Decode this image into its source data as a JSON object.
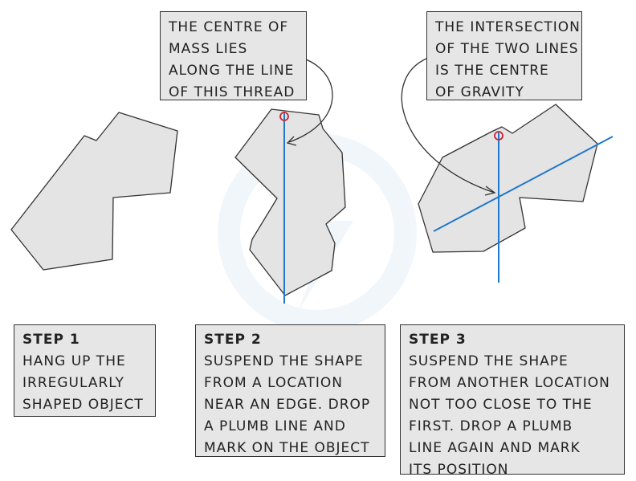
{
  "callouts": {
    "thread": [
      "THE CENTRE OF",
      "MASS LIES",
      "ALONG THE LINE",
      "OF THIS THREAD"
    ],
    "intersection": [
      "THE INTERSECTION",
      "OF THE TWO LINES",
      "IS THE CENTRE",
      "OF GRAVITY"
    ]
  },
  "steps": [
    {
      "title": "STEP 1",
      "lines": [
        "HANG UP THE",
        "IRREGULARLY",
        "SHAPED OBJECT"
      ]
    },
    {
      "title": "STEP 2",
      "lines": [
        "SUSPEND THE SHAPE",
        "FROM A LOCATION",
        "NEAR AN EDGE. DROP",
        "A PLUMB LINE AND",
        "MARK ON THE OBJECT"
      ]
    },
    {
      "title": "STEP 3",
      "lines": [
        "SUSPEND THE SHAPE",
        "FROM ANOTHER LOCATION",
        "NOT TOO CLOSE TO THE",
        "FIRST. DROP A PLUMB",
        "LINE AGAIN AND MARK",
        "ITS POSITION"
      ]
    }
  ],
  "colors": {
    "shape_fill": "#e4e4e4",
    "outline": "#333333",
    "plumb_line": "#1f78c8",
    "pivot": "#cc2233",
    "box_fill": "#e6e6e6"
  }
}
